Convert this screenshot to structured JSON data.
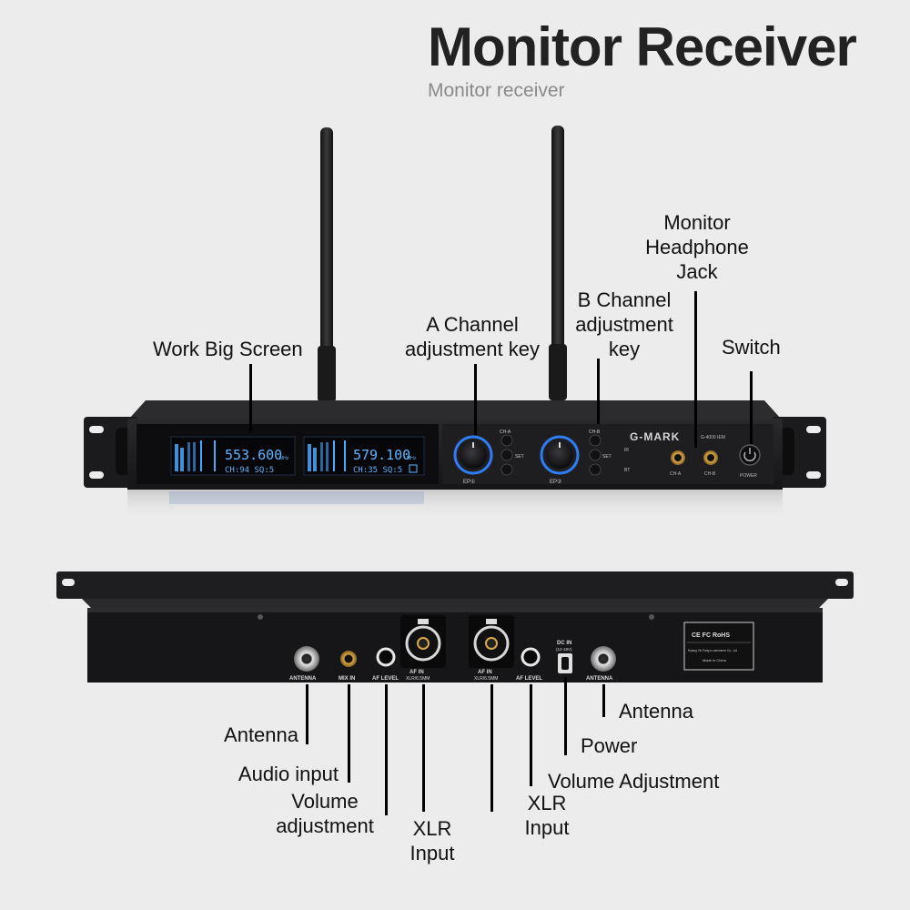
{
  "header": {
    "title": "Monitor Receiver",
    "subtitle": "Monitor receiver"
  },
  "front_labels": {
    "screen": "Work Big Screen",
    "a_channel_line1": "A Channel",
    "a_channel_line2": "adjustment key",
    "b_channel_line1": "B Channel",
    "b_channel_line2": "adjustment",
    "b_channel_line3": "key",
    "headphone_line1": "Monitor",
    "headphone_line2": "Headphone",
    "headphone_line3": "Jack",
    "switch": "Switch"
  },
  "back_labels": {
    "antenna_left": "Antenna",
    "audio_input": "Audio input",
    "volume_line1": "Volume",
    "volume_line2": "adjustment",
    "xlr_left_line1": "XLR",
    "xlr_left_line2": "Input",
    "xlr_right_line1": "XLR",
    "xlr_right_line2": "Input",
    "volume_adjustment": "Volume Adjustment",
    "power": "Power",
    "antenna_right": "Antenna"
  },
  "front_panel": {
    "lcd_a_freq": "553.600",
    "lcd_a_unit": "MHz",
    "lcd_a_info": "CH:94 SQ:5",
    "lcd_b_freq": "579.100",
    "lcd_b_unit": "MHz",
    "lcd_b_info": "CH:35 SQ:5",
    "brand": "G-MARK",
    "model": "G-4000 IEM",
    "ch_a_key": "CH-A",
    "ch_b_key": "CH-B",
    "set_key": "SET",
    "ep_a": "EP①",
    "ep_b": "EP②",
    "ir": "IR",
    "bt": "BT",
    "jack_ch_a": "CH-A",
    "jack_ch_b": "CH-B",
    "power": "POWER"
  },
  "rear_panel": {
    "antenna_left": "ANTENNA",
    "mix_in": "MIX IN",
    "af_level_left": "AF LEVEL",
    "af_in_left_line1": "AF IN",
    "af_in_left_line2": "XLR/6.5MM",
    "af_in_right_line1": "AF IN",
    "af_in_right_line2": "XLR/6.5MM",
    "af_level_right": "AF LEVEL",
    "dc_in_line1": "DC IN",
    "dc_in_line2": "(12-18V)",
    "antenna_right": "ANTENNA",
    "cert_marks": "CE FC RoHS",
    "company": "Enping Yin Fang e-commerce Co., Ltd",
    "made_in": "Made in China"
  },
  "colors": {
    "background": "#ececec",
    "chassis": "#1c1c1e",
    "lcd": "#4aa8ff",
    "knob_ring": "#2f7cf5",
    "label_text": "#111111"
  }
}
